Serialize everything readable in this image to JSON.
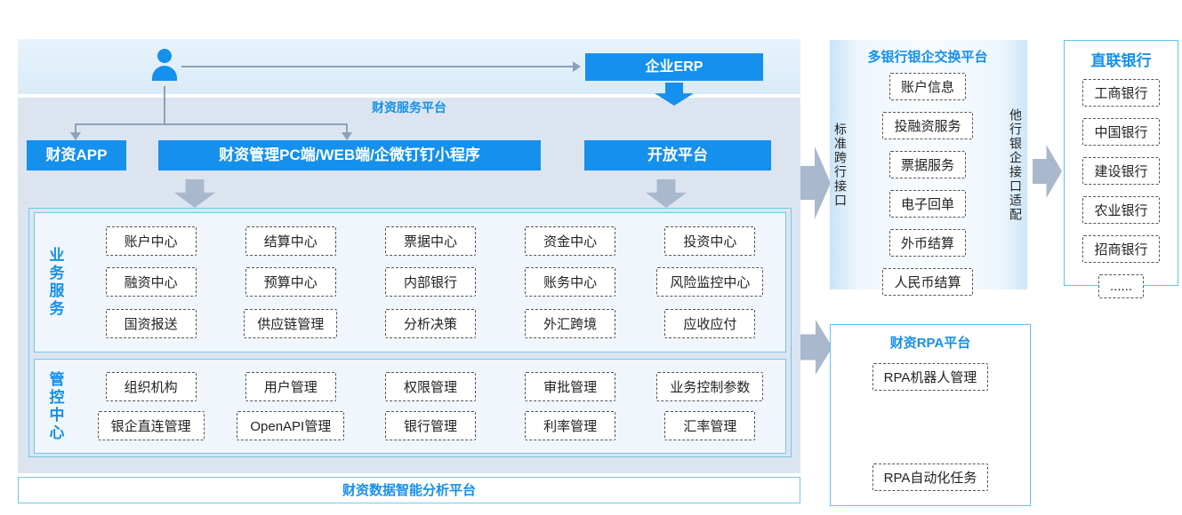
{
  "colors": {
    "accent_blue": "#1590ec",
    "panel_bg": "#dce5ef",
    "arrow_gray": "#aab8cd",
    "border_light_blue": "#74c5ec"
  },
  "top": {
    "erp_label": "企业ERP",
    "platform_label": "财资服务平台"
  },
  "apps": {
    "app": "财资APP",
    "pc": "财资管理PC端/WEB端/企微钉钉小程序",
    "open": "开放平台"
  },
  "business": {
    "label": "业务服务",
    "rows": [
      [
        "账户中心",
        "结算中心",
        "票据中心",
        "资金中心",
        "投资中心"
      ],
      [
        "融资中心",
        "预算中心",
        "内部银行",
        "账务中心",
        "风险监控中心"
      ],
      [
        "国资报送",
        "供应链管理",
        "分析决策",
        "外汇跨境",
        "应收应付"
      ]
    ]
  },
  "control": {
    "label": "管控中心",
    "rows": [
      [
        "组织机构",
        "用户管理",
        "权限管理",
        "审批管理",
        "业务控制参数"
      ],
      [
        "银企直连管理",
        "OpenAPI管理",
        "银行管理",
        "利率管理",
        "汇率管理"
      ]
    ]
  },
  "bottom_bar": "财资数据智能分析平台",
  "exchange": {
    "title": "多银行银企交换平台",
    "left_label": "标准跨行接口",
    "right_label": "他行银企接口适配",
    "items": [
      "账户信息",
      "投融资服务",
      "票据服务",
      "电子回单",
      "外币结算",
      "人民币结算"
    ]
  },
  "banks": {
    "title": "直联银行",
    "items": [
      "工商银行",
      "中国银行",
      "建设银行",
      "农业银行",
      "招商银行",
      "......"
    ]
  },
  "rpa": {
    "title": "财资RPA平台",
    "items": [
      "RPA机器人管理",
      "RPA自动化任务"
    ]
  }
}
